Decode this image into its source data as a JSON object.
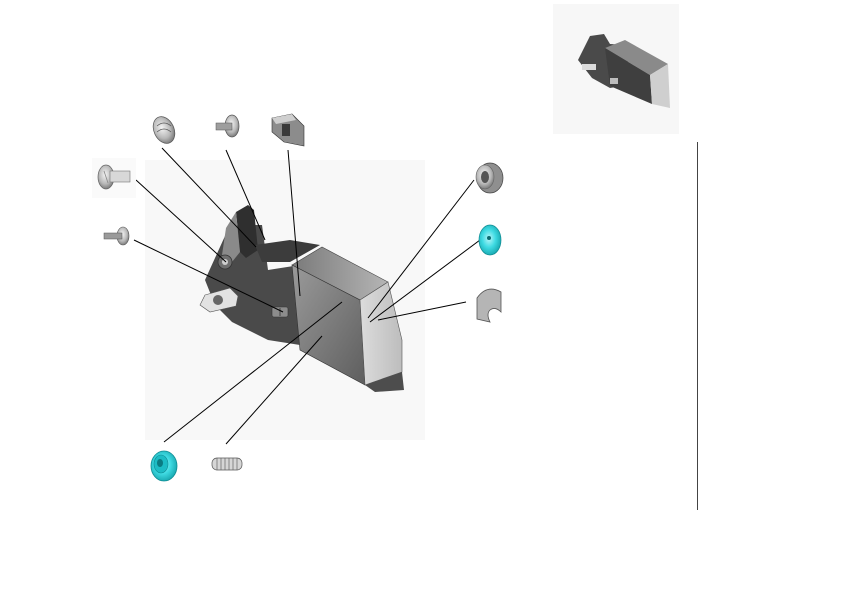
{
  "diagram": {
    "kind": "exploded-assembly",
    "colors": {
      "background": "#ffffff",
      "part_dark": "#3a3a3a",
      "part_mid": "#6b6b6b",
      "part_light": "#c9c9c9",
      "highlight": "#2fd3dc",
      "leader": "#000000"
    },
    "main_assembly": {
      "icon": "latch-assembly-icon"
    },
    "thumbnail": {
      "icon": "assembly-thumbnail-icon"
    },
    "parts": [
      {
        "id": "flanged-bolt",
        "icon": "flanged-bolt-icon",
        "highlighted": false
      },
      {
        "id": "dome-cap",
        "icon": "dome-cap-icon",
        "highlighted": false
      },
      {
        "id": "mushroom-pin",
        "icon": "mushroom-pin-icon",
        "highlighted": false
      },
      {
        "id": "connector-block",
        "icon": "connector-block-icon",
        "highlighted": false
      },
      {
        "id": "small-pin",
        "icon": "small-pin-icon",
        "highlighted": false
      },
      {
        "id": "bushing",
        "icon": "bushing-icon",
        "highlighted": false
      },
      {
        "id": "cap-cyan",
        "icon": "cap-icon",
        "highlighted": true
      },
      {
        "id": "c-clip",
        "icon": "c-clip-icon",
        "highlighted": false
      },
      {
        "id": "grommet-cyan",
        "icon": "grommet-icon",
        "highlighted": true
      },
      {
        "id": "coil-spring",
        "icon": "coil-spring-icon",
        "highlighted": false
      }
    ]
  }
}
